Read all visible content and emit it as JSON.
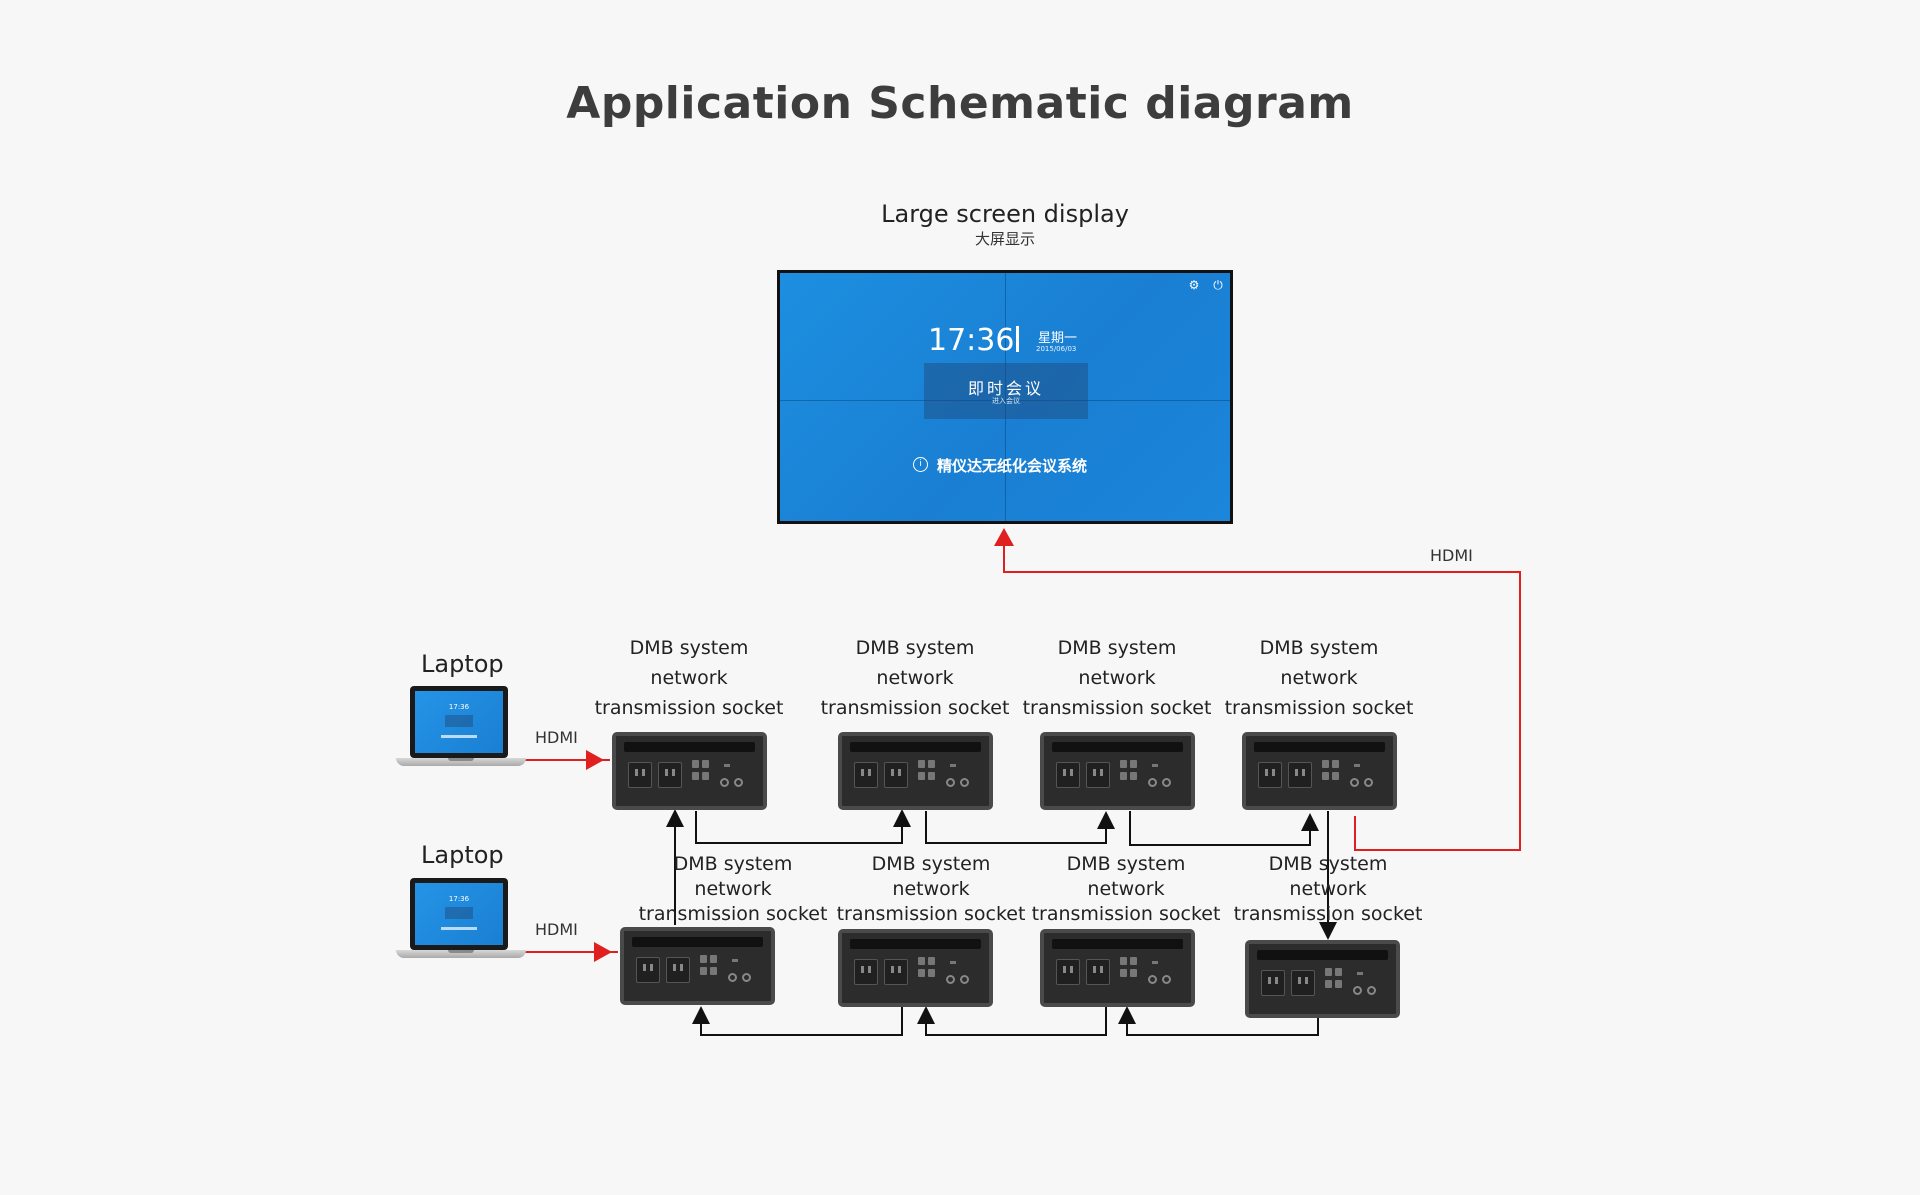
{
  "title": "Application Schematic diagram",
  "display": {
    "label": "Large screen display",
    "label_cn": "大屏显示",
    "time": "17:36",
    "weekday": "星期一",
    "date": "2015/06/03",
    "button_label": "即时会议",
    "button_sub": "进入会议",
    "system_name": "精仪达无纸化会议系统",
    "icon_settings": "gear-icon",
    "icon_power": "power-icon",
    "icon_info": "info-icon"
  },
  "laptops": [
    {
      "label": "Laptop",
      "cable": "HDMI",
      "screen_time": "17:36"
    },
    {
      "label": "Laptop",
      "cable": "HDMI",
      "screen_time": "17:36"
    }
  ],
  "display_cable": "HDMI",
  "sockets_top": [
    {
      "line1": "DMB system",
      "line2": "network",
      "line3": "transmission socket"
    },
    {
      "line1": "DMB system",
      "line2": "network",
      "line3": "transmission socket"
    },
    {
      "line1": "DMB system",
      "line2": "network",
      "line3": "transmission socket"
    },
    {
      "line1": "DMB system",
      "line2": "network",
      "line3": "transmission socket"
    }
  ],
  "sockets_bottom": [
    {
      "line1": "DMB system",
      "line2": "network",
      "line3": "transmission socket"
    },
    {
      "line1": "DMB system",
      "line2": "network",
      "line3": "transmission socket"
    },
    {
      "line1": "DMB system",
      "line2": "network",
      "line3": "transmission socket"
    },
    {
      "line1": "DMB system",
      "line2": "network",
      "line3": "transmission socket"
    }
  ],
  "colors": {
    "signal_line": "#e02020",
    "network_line": "#111111",
    "screen_blue": "#1b86da"
  }
}
